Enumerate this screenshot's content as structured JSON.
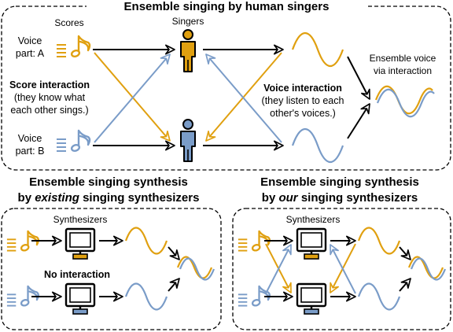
{
  "colors": {
    "orange": "#e0a010",
    "blue": "#7a9cc8",
    "arrow_dark": "#000000",
    "panel_border": "#000000"
  },
  "top_panel": {
    "title": "Ensemble singing by human singers",
    "scores_label": "Scores",
    "singers_label": "Singers",
    "voice_a_line1": "Voice",
    "voice_a_line2": "part: A",
    "voice_b_line1": "Voice",
    "voice_b_line2": "part: B",
    "score_interaction_title": "Score interaction",
    "score_interaction_line1": "(they know what",
    "score_interaction_line2": "each other sings.)",
    "voice_interaction_title": "Voice interaction",
    "voice_interaction_line1": "(they listen to each",
    "voice_interaction_line2": "other's voices.)",
    "ensemble_line1": "Ensemble voice",
    "ensemble_line2": "via interaction",
    "icons": [
      "music-note-icon",
      "person-icon",
      "sine-wave-icon"
    ]
  },
  "bottom_left": {
    "title_line1": "Ensemble singing synthesis",
    "title_line2_pre": "by ",
    "title_line2_em": "existing",
    "title_line2_post": " singing synthesizers",
    "synth_label": "Synthesizers",
    "no_interaction_label": "No interaction",
    "icons": [
      "music-note-icon",
      "monitor-icon",
      "sine-wave-icon"
    ]
  },
  "bottom_right": {
    "title_line1": "Ensemble singing synthesis",
    "title_line2_pre": "by ",
    "title_line2_em": "our",
    "title_line2_post": " singing synthesizers",
    "synth_label": "Synthesizers",
    "icons": [
      "music-note-icon",
      "monitor-icon",
      "sine-wave-icon"
    ]
  }
}
